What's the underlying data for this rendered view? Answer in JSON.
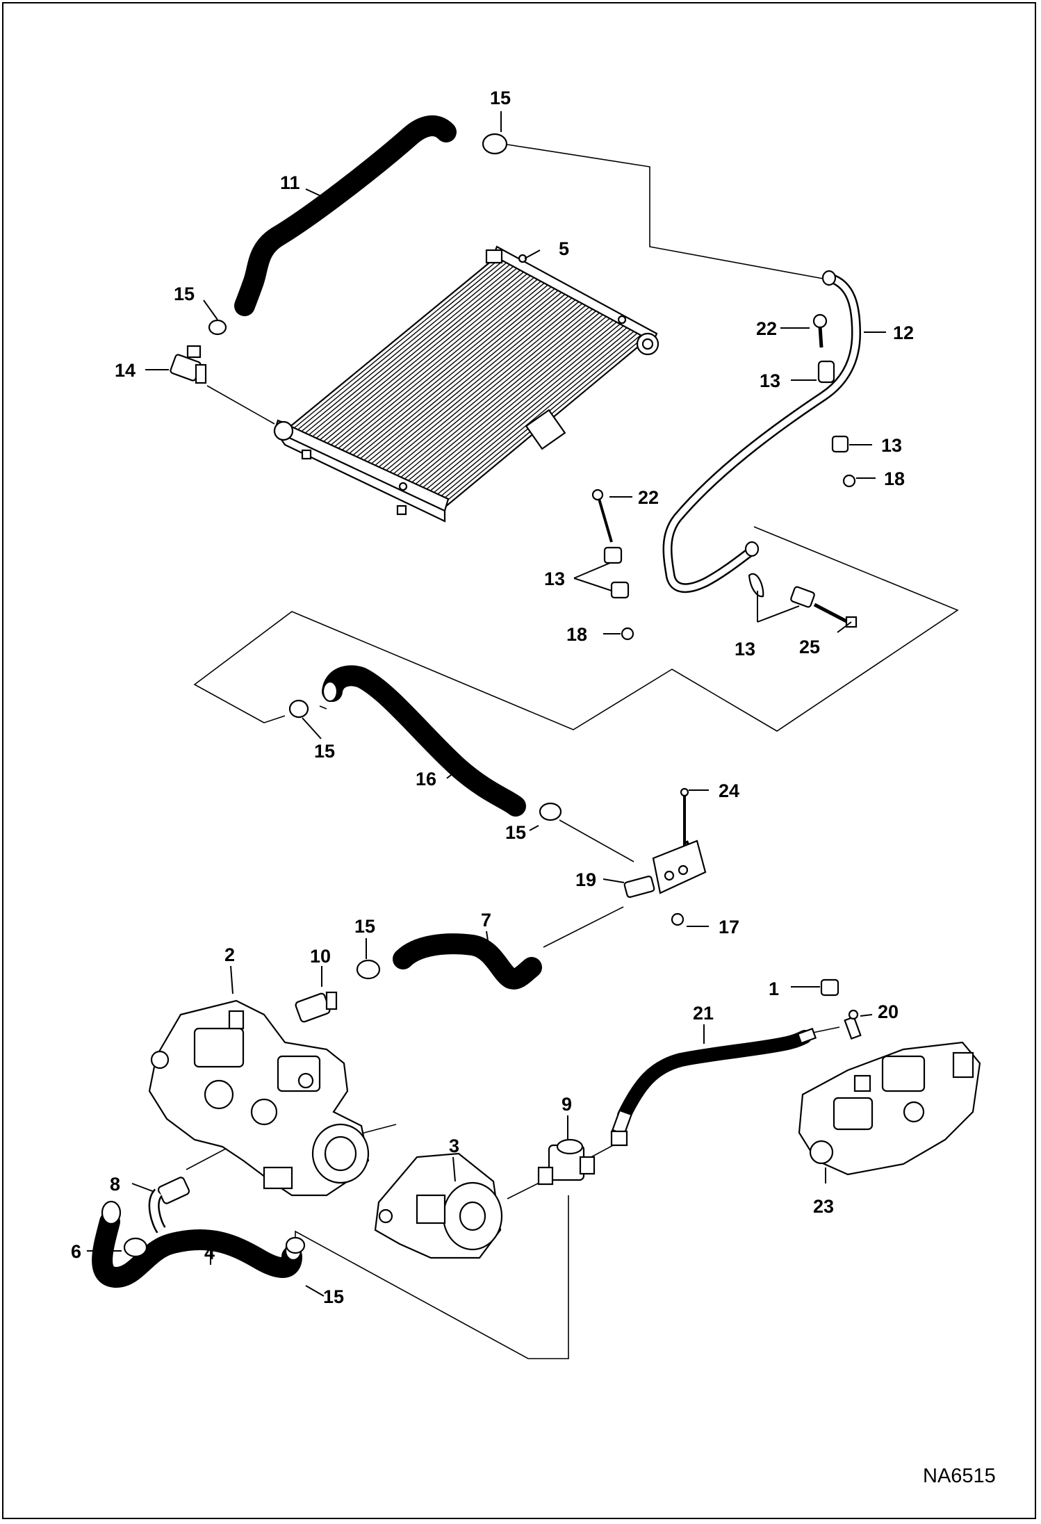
{
  "drawing_code": "NA6515",
  "callouts": {
    "c1": "1",
    "c2": "2",
    "c3": "3",
    "c4": "4",
    "c5": "5",
    "c6": "6",
    "c7": "7",
    "c8": "8",
    "c9": "9",
    "c10": "10",
    "c11": "11",
    "c12": "12",
    "c13a": "13",
    "c13b": "13",
    "c13c": "13",
    "c13d": "13",
    "c14": "14",
    "c15a": "15",
    "c15b": "15",
    "c15c": "15",
    "c15d": "15",
    "c15e": "15",
    "c15f": "15",
    "c16": "16",
    "c17": "17",
    "c18a": "18",
    "c18b": "18",
    "c19": "19",
    "c20": "20",
    "c21": "21",
    "c22a": "22",
    "c22b": "22",
    "c23": "23",
    "c24": "24",
    "c25": "25"
  }
}
